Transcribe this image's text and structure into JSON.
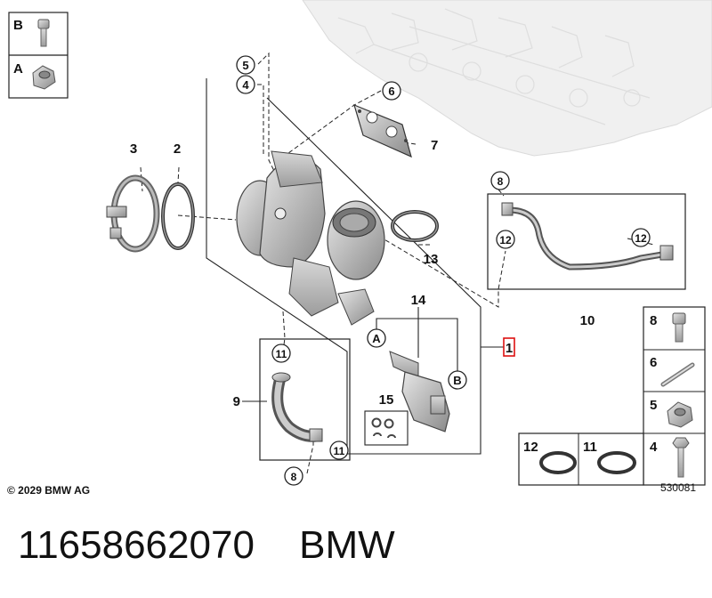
{
  "copyright": "© 2029 BMW AG",
  "diagram_id": "530081",
  "footer": {
    "part_number": "11658662070",
    "brand": "BMW"
  },
  "legend_top": {
    "b": "B",
    "a": "A"
  },
  "callouts": {
    "c1": "1",
    "c2": "2",
    "c3": "3",
    "c4": "4",
    "c5": "5",
    "c6": "6",
    "c7": "7",
    "c8a": "8",
    "c8b": "8",
    "c9": "9",
    "c10": "10",
    "c11a": "11",
    "c11b": "11",
    "c12a": "12",
    "c12b": "12",
    "c13": "13",
    "c14": "14",
    "c15": "15",
    "cA": "A",
    "cB": "B"
  },
  "legend_right": {
    "r8": "8",
    "r6": "6",
    "r5": "5",
    "r4": "4",
    "r11": "11",
    "r12": "12"
  }
}
